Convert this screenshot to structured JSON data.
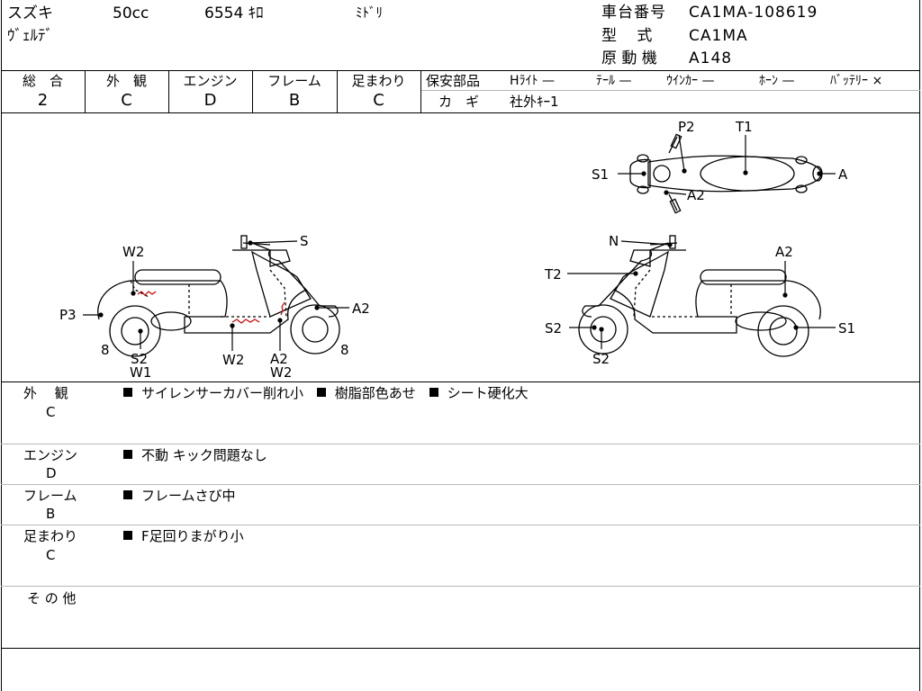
{
  "header": {
    "maker": "スズキ",
    "cc": "50cc",
    "mileage": "6554 ｷﾛ",
    "color": "ﾐﾄﾞﾘ",
    "model_name": "ｳﾞｪﾙﾃﾞ",
    "frame_no_label": "車台番号",
    "frame_no": "CA1MA-108619",
    "type_label": "型　 式",
    "type_value": "CA1MA",
    "engine_label": "原 動 機",
    "engine_value": "A148"
  },
  "grades": [
    {
      "label": "総　合",
      "value": "2"
    },
    {
      "label": "外　観",
      "value": "C"
    },
    {
      "label": "エンジン",
      "value": "D"
    },
    {
      "label": "フレーム",
      "value": "B"
    },
    {
      "label": "足まわり",
      "value": "C"
    }
  ],
  "safety": {
    "label": "保安部品",
    "items": [
      {
        "name": "Hﾗｲﾄ",
        "mark": "—"
      },
      {
        "name": "ﾃｰﾙ",
        "mark": "—"
      },
      {
        "name": "ｳｲﾝｶｰ",
        "mark": "—"
      },
      {
        "name": "ﾎｰﾝ",
        "mark": "—"
      },
      {
        "name": "ﾊﾞｯﾃﾘｰ",
        "mark": "×"
      }
    ],
    "key_label": "カ　ギ",
    "key_value": "社外ｷｰ1"
  },
  "diagram_labels": {
    "top_view": [
      "P2",
      "T1",
      "S1",
      "A",
      "A2"
    ],
    "left_view": [
      "W2",
      "S",
      "P3",
      "A2",
      "8",
      "S2",
      "W1",
      "W2",
      "A2",
      "W2",
      "8"
    ],
    "right_view": [
      "N",
      "A2",
      "T2",
      "S2",
      "S1",
      "S2"
    ]
  },
  "remarks": [
    {
      "label": "外　 観",
      "grade": "C",
      "items": [
        "サイレンサーカバー削れ小",
        "樹脂部色あせ",
        "シート硬化大"
      ]
    },
    {
      "label": "エンジン",
      "grade": "D",
      "items": [
        "不動 キック問題なし"
      ]
    },
    {
      "label": "フレーム",
      "grade": "B",
      "items": [
        "フレームさび中"
      ]
    },
    {
      "label": "足まわり",
      "grade": "C",
      "items": [
        "F足回りまがり小"
      ]
    },
    {
      "label": "そ の 他",
      "grade": "",
      "items": []
    }
  ],
  "colors": {
    "line": "#000000",
    "scratch": "#cc0000",
    "divider": "#b8b8b8"
  }
}
